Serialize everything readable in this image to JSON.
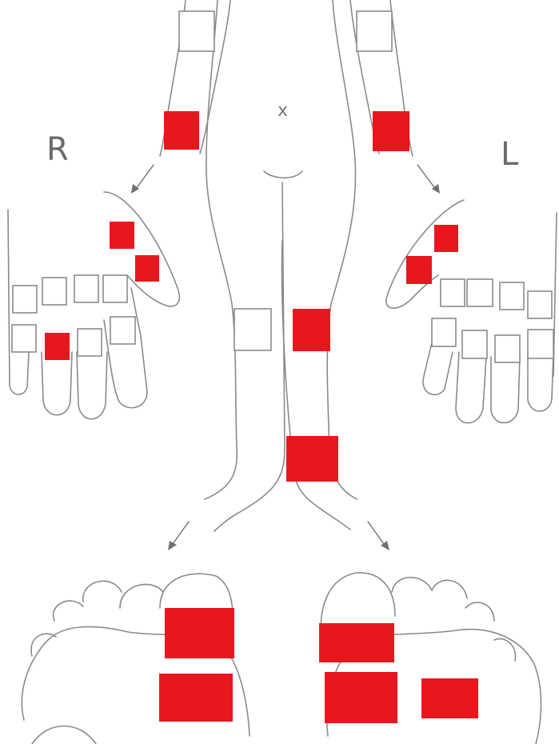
{
  "labels": {
    "right_side": "R",
    "left_side": "L",
    "center_mark": "x"
  },
  "colors": {
    "affected": "#e8171d",
    "unaffected": "#ffffff",
    "box_border": "#8a8a8a",
    "outline": "#8a8a8a"
  },
  "legend_semantics": {
    "filled_red": "affected",
    "empty_box": "not affected"
  },
  "sites": {
    "right_forearm_upper": "unaffected",
    "right_wrist": "affected",
    "left_forearm_upper": "unaffected",
    "left_wrist": "affected",
    "right_thumb_tip": "affected",
    "right_thumb_base": "affected",
    "right_hand_row1": [
      "unaffected",
      "unaffected",
      "unaffected",
      "unaffected"
    ],
    "right_hand_row2": [
      "unaffected",
      "affected",
      "unaffected",
      "unaffected"
    ],
    "left_thumb_tip": "affected",
    "left_thumb_base": "affected",
    "left_hand_row1": [
      "unaffected",
      "unaffected",
      "unaffected",
      "unaffected"
    ],
    "left_hand_row2": [
      "unaffected",
      "unaffected",
      "unaffected",
      "unaffected"
    ],
    "right_knee": "unaffected",
    "left_knee": "affected",
    "left_ankle": "affected",
    "right_foot_toes": "affected",
    "right_foot_ball": "affected",
    "left_foot_toes": "affected",
    "left_foot_ball": "affected",
    "left_foot_outer": "affected"
  }
}
